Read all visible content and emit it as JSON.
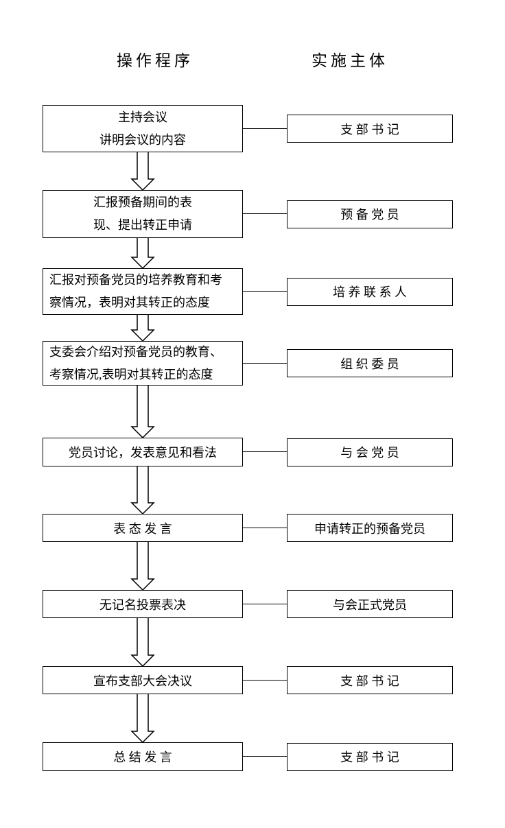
{
  "page": {
    "background": "#ffffff",
    "line_color": "#000000",
    "text_color": "#000000"
  },
  "headers": {
    "procedure": "操作程序",
    "actor": "实施主体"
  },
  "rows": [
    {
      "step_lines": [
        "主持会议",
        "讲明会议的内容"
      ],
      "actor": "支 部 书 记"
    },
    {
      "step_lines": [
        "汇报预备期间的表",
        "现、提出转正申请"
      ],
      "actor": "预 备 党 员"
    },
    {
      "step_lines": [
        "汇报对预备党员的培养教育和考",
        "察情况，表明对其转正的态度"
      ],
      "actor": "培 养 联 系 人"
    },
    {
      "step_lines": [
        "支委会介绍对预备党员的教育、",
        "考察情况,表明对其转正的态度"
      ],
      "actor": "组 织 委 员"
    },
    {
      "step_lines": [
        "党员讨论，发表意见和看法"
      ],
      "actor": "与 会 党 员"
    },
    {
      "step_lines": [
        "表 态 发 言"
      ],
      "actor": "申请转正的预备党员"
    },
    {
      "step_lines": [
        "无记名投票表决"
      ],
      "actor": "与会正式党员"
    },
    {
      "step_lines": [
        "宣布支部大会决议"
      ],
      "actor": "支 部 书 记"
    },
    {
      "step_lines": [
        "总 结 发 言"
      ],
      "actor": "支 部 书 记"
    }
  ]
}
